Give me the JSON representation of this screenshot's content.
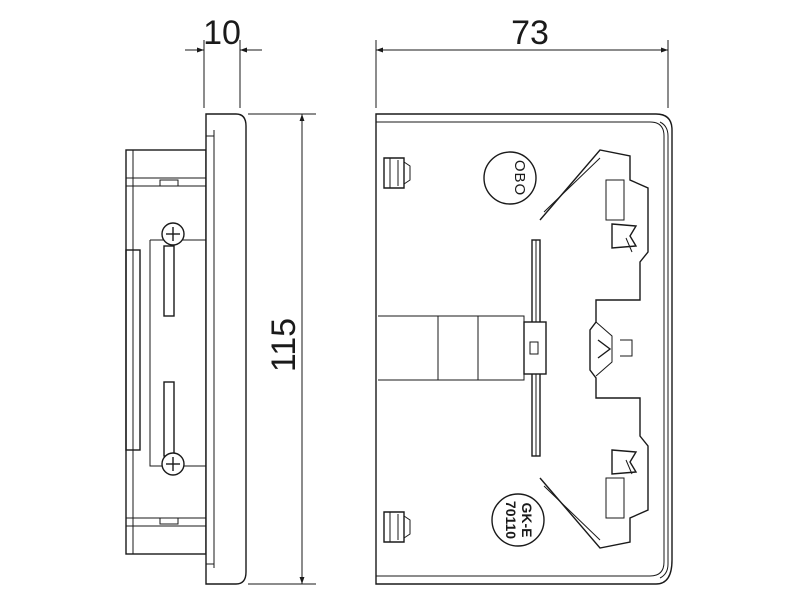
{
  "dimensions": {
    "width_small": "10",
    "width_large": "73",
    "height": "115"
  },
  "markings": {
    "logo": "OBO",
    "model": "GK-E",
    "part_number": "70110"
  },
  "colors": {
    "line": "#1a1a1a",
    "background": "#ffffff"
  }
}
